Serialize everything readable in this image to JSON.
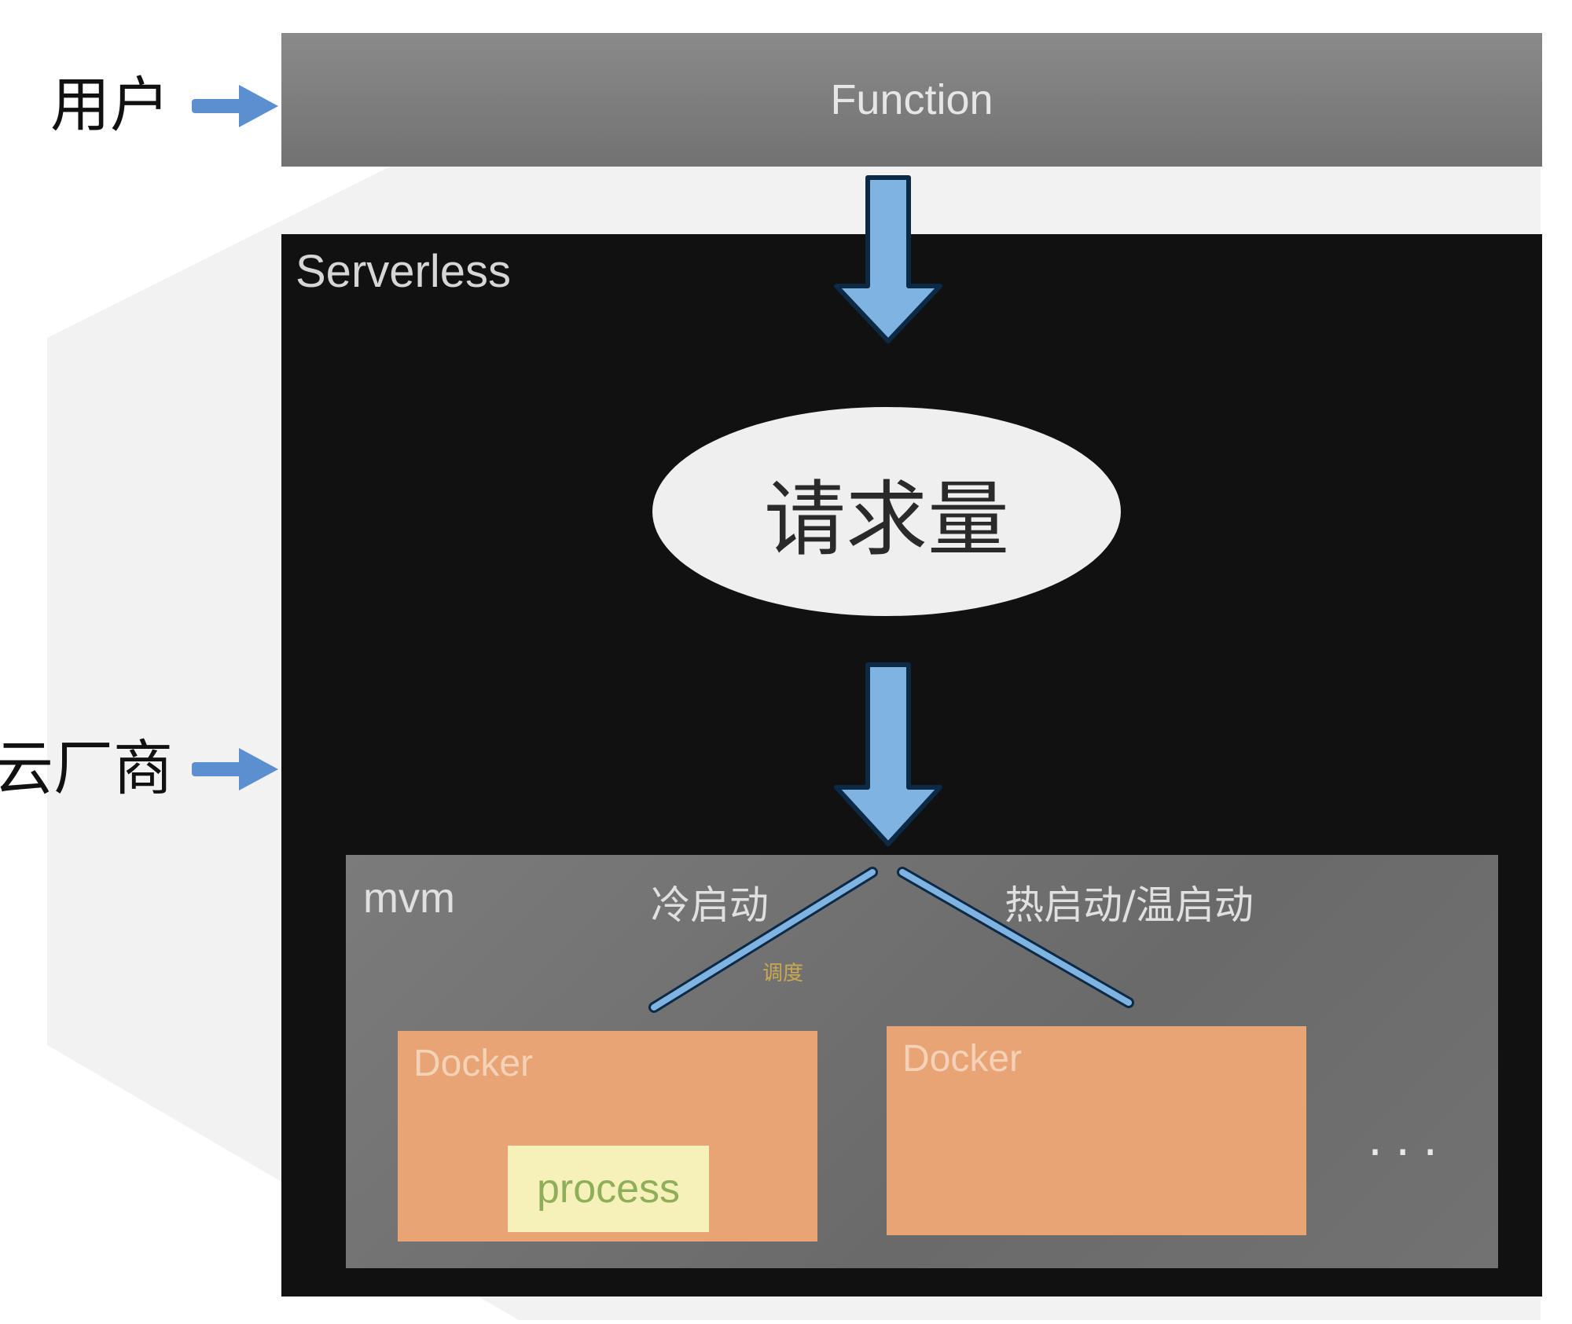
{
  "labels": {
    "user": "用户",
    "cloud_vendor": "云厂商"
  },
  "function_bar": {
    "label": "Function"
  },
  "serverless": {
    "title": "Serverless",
    "request": "请求量"
  },
  "mvm": {
    "title": "mvm",
    "cold_start": "冷启动",
    "hot_warm_start": "热启动/温启动",
    "small_tag": "调度",
    "docker_1": {
      "label": "Docker",
      "process": "process"
    },
    "docker_2": {
      "label": "Docker"
    },
    "ellipsis": "..."
  },
  "colors": {
    "arrow_blue": "#7fb3e2",
    "arrow_outline": "#0c2a46",
    "docker_orange": "#e8a475",
    "process_yellow": "#f6f1b8"
  }
}
